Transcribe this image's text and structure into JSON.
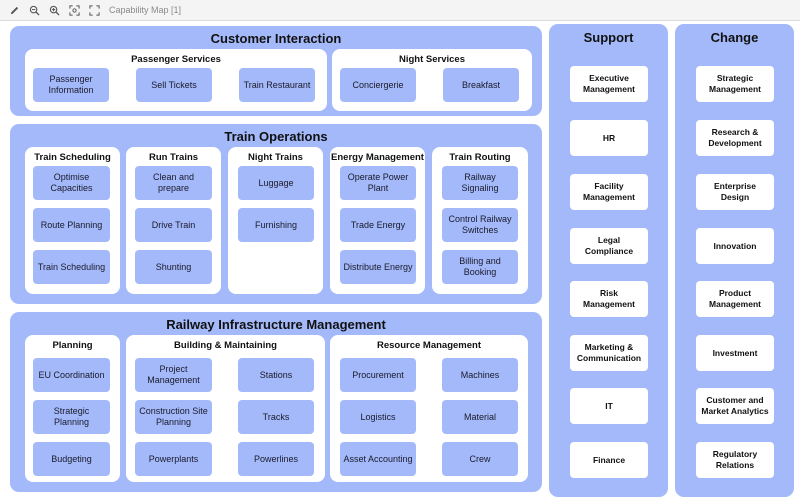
{
  "toolbar": {
    "title": "Capability Map [1]",
    "buttons": [
      {
        "icon": "pencil-icon"
      },
      {
        "icon": "zoom-out-icon"
      },
      {
        "icon": "zoom-in-icon"
      },
      {
        "icon": "fit-to-screen-icon"
      },
      {
        "icon": "fullscreen-icon"
      }
    ]
  },
  "colors": {
    "region_fill": "#a4b9fa",
    "group_fill": "#ffffff",
    "capability_fill": "#a4b9fa"
  },
  "customer_interaction": {
    "title": "Customer Interaction",
    "passenger_services": {
      "title": "Passenger Services",
      "items": [
        "Passenger Information",
        "Sell Tickets",
        "Train Restaurant"
      ]
    },
    "night_services": {
      "title": "Night Services",
      "items": [
        "Conciergerie",
        "Breakfast"
      ]
    }
  },
  "train_operations": {
    "title": "Train Operations",
    "train_scheduling": {
      "title": "Train Scheduling",
      "items": [
        "Optimise Capacities",
        "Route Planning",
        "Train Scheduling"
      ]
    },
    "run_trains": {
      "title": "Run Trains",
      "items": [
        "Clean and prepare",
        "Drive Train",
        "Shunting"
      ]
    },
    "night_trains": {
      "title": "Night Trains",
      "items": [
        "Luggage",
        "Furnishing"
      ]
    },
    "energy_management": {
      "title": "Energy Management",
      "items": [
        "Operate Power Plant",
        "Trade Energy",
        "Distribute Energy"
      ]
    },
    "train_routing": {
      "title": "Train Routing",
      "items": [
        "Railway Signaling",
        "Control Railway Switches",
        "Billing and Booking"
      ]
    }
  },
  "railway_infrastructure": {
    "title": "Railway Infrastructure Management",
    "planning": {
      "title": "Planning",
      "items": [
        "EU Coordination",
        "Strategic Planning",
        "Budgeting"
      ]
    },
    "building_maintaining": {
      "title": "Building & Maintaining",
      "items": [
        "Project Management",
        "Stations",
        "Construction Site Planning",
        "Tracks",
        "Powerplants",
        "Powerlines"
      ]
    },
    "resource_management": {
      "title": "Resource Management",
      "items": [
        "Procurement",
        "Machines",
        "Logistics",
        "Material",
        "Asset Accounting",
        "Crew"
      ]
    }
  },
  "support": {
    "title": "Support",
    "items": [
      "Executive Management",
      "HR",
      "Facility Management",
      "Legal Compliance",
      "Risk Management",
      "Marketing & Communication",
      "IT",
      "Finance"
    ]
  },
  "change": {
    "title": "Change",
    "items": [
      "Strategic Management",
      "Research & Development",
      "Enterprise Design",
      "Innovation",
      "Product Management",
      "Investment",
      "Customer and Market Analytics",
      "Regulatory Relations"
    ]
  }
}
